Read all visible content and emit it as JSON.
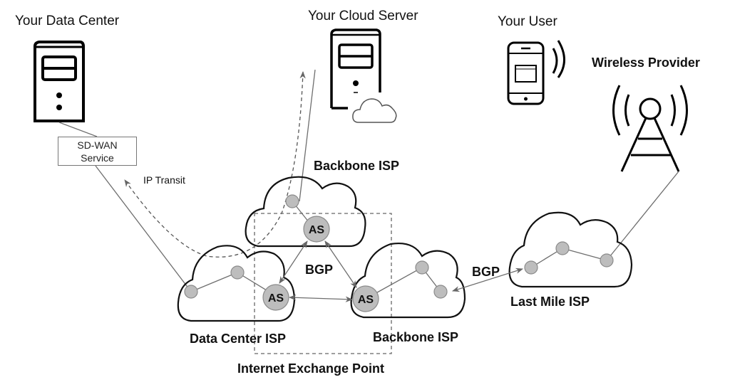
{
  "nodes": {
    "data_center": {
      "label": "Your Data Center",
      "icon": "server-icon"
    },
    "cloud_server": {
      "label": "Your Cloud Server",
      "icon": "cloud-server-icon"
    },
    "user": {
      "label": "Your User",
      "icon": "smartphone-icon"
    },
    "wireless_provider": {
      "label": "Wireless Provider",
      "icon": "cell-tower-icon"
    },
    "sdwan": {
      "line1": "SD-WAN",
      "line2": "Service"
    },
    "backbone_isp_top": {
      "label": "Backbone ISP"
    },
    "backbone_isp_bottom": {
      "label": "Backbone ISP"
    },
    "data_center_isp": {
      "label": "Data Center ISP"
    },
    "last_mile_isp": {
      "label": "Last Mile ISP"
    },
    "ixp": {
      "label": "Internet Exchange Point"
    }
  },
  "as_label": "AS",
  "edges": {
    "ip_transit": "IP Transit",
    "bgp_center": "BGP",
    "bgp_right": "BGP"
  },
  "colors": {
    "node_fill": "#bdbdbd",
    "node_stroke": "#8a8a8a",
    "line": "#6e6e6e",
    "cloud_stroke": "#111111"
  }
}
